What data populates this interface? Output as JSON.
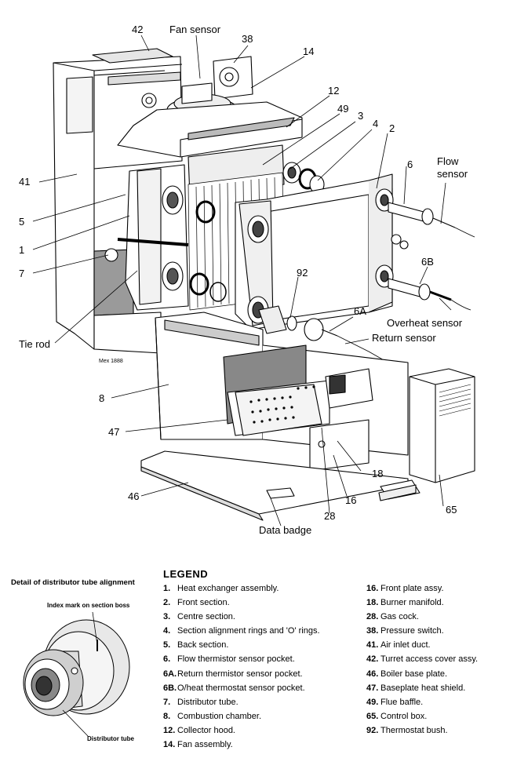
{
  "callouts": [
    {
      "id": "c42",
      "text": "42"
    },
    {
      "id": "cfan",
      "text": "Fan sensor"
    },
    {
      "id": "c38",
      "text": "38"
    },
    {
      "id": "c14",
      "text": "14"
    },
    {
      "id": "c12",
      "text": "12"
    },
    {
      "id": "c49",
      "text": "49"
    },
    {
      "id": "c3",
      "text": "3"
    },
    {
      "id": "c4",
      "text": "4"
    },
    {
      "id": "c2",
      "text": "2"
    },
    {
      "id": "c6",
      "text": "6"
    },
    {
      "id": "cflow1",
      "text": "Flow"
    },
    {
      "id": "cflow2",
      "text": "sensor"
    },
    {
      "id": "c41",
      "text": "41"
    },
    {
      "id": "c5",
      "text": "5"
    },
    {
      "id": "c1",
      "text": "1"
    },
    {
      "id": "c7",
      "text": "7"
    },
    {
      "id": "c92",
      "text": "92"
    },
    {
      "id": "c6B",
      "text": "6B"
    },
    {
      "id": "c6A",
      "text": "6A"
    },
    {
      "id": "coverheat",
      "text": "Overheat  sensor"
    },
    {
      "id": "creturn",
      "text": "Return sensor"
    },
    {
      "id": "ctierod",
      "text": "Tie rod"
    },
    {
      "id": "c8",
      "text": "8"
    },
    {
      "id": "c47",
      "text": "47"
    },
    {
      "id": "c18",
      "text": "18"
    },
    {
      "id": "c16",
      "text": "16"
    },
    {
      "id": "c46",
      "text": "46"
    },
    {
      "id": "c65",
      "text": "65"
    },
    {
      "id": "c28",
      "text": "28"
    },
    {
      "id": "cdata",
      "text": "Data badge"
    }
  ],
  "mex_label": "Mex 1888",
  "legend": {
    "title": "LEGEND",
    "left": [
      {
        "num": "1.",
        "text": "Heat exchanger assembly."
      },
      {
        "num": "2.",
        "text": "Front section."
      },
      {
        "num": "3.",
        "text": "Centre section."
      },
      {
        "num": "4.",
        "text": "Section alignment rings and 'O' rings."
      },
      {
        "num": "5.",
        "text": "Back section."
      },
      {
        "num": "6.",
        "text": "Flow thermistor sensor pocket."
      },
      {
        "num": "6A.",
        "text": "Return thermistor sensor pocket."
      },
      {
        "num": "6B.",
        "text": "O/heat thermostat sensor pocket."
      },
      {
        "num": "7.",
        "text": "Distributor tube."
      },
      {
        "num": "8.",
        "text": "Combustion chamber."
      },
      {
        "num": "12.",
        "text": "Collector hood."
      },
      {
        "num": "14.",
        "text": "Fan assembly."
      }
    ],
    "right": [
      {
        "num": "16.",
        "text": "Front plate assy."
      },
      {
        "num": "18.",
        "text": "Burner manifold."
      },
      {
        "num": "28.",
        "text": "Gas cock."
      },
      {
        "num": "38.",
        "text": "Pressure switch."
      },
      {
        "num": "41.",
        "text": "Air inlet duct."
      },
      {
        "num": "42.",
        "text": "Turret access cover assy."
      },
      {
        "num": "46.",
        "text": "Boiler base plate."
      },
      {
        "num": "47.",
        "text": "Baseplate heat shield."
      },
      {
        "num": "49.",
        "text": "Flue baffle."
      },
      {
        "num": "65.",
        "text": "Control box."
      },
      {
        "num": "92.",
        "text": "Thermostat bush."
      }
    ]
  },
  "detail": {
    "title": "Detail of distributor tube alignment",
    "index_note": "Index mark on section boss",
    "tube_label": "Distributor tube"
  }
}
